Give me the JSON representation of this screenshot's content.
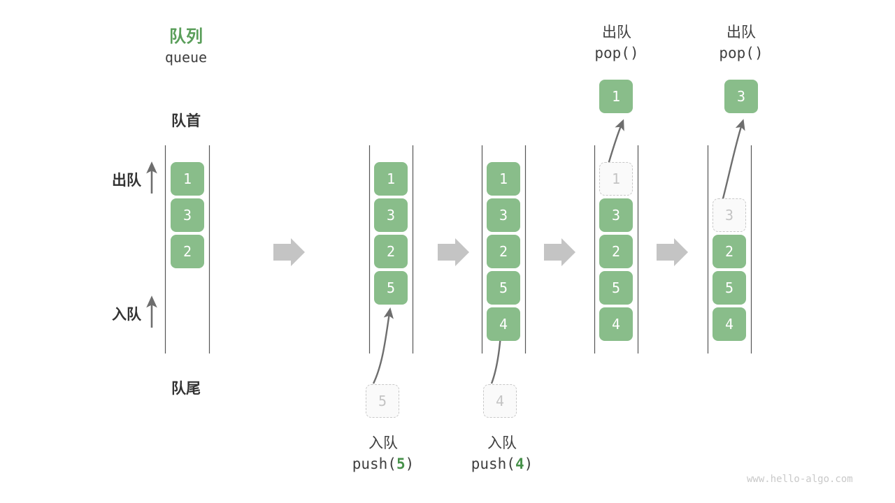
{
  "diagram": {
    "title_cn": "队列",
    "title_en": "queue",
    "front_label": "队首",
    "rear_label": "队尾",
    "dequeue_side_label": "出队",
    "enqueue_side_label": "入队",
    "watermark": "www.hello-algo.com",
    "colors": {
      "accent_green": "#89bd8a",
      "title_green": "#5a9e5a",
      "ghost_fill": "#fafafa",
      "ghost_border": "#c8c8c8",
      "ghost_text": "#c4c4c4",
      "rail": "#555555",
      "arrow_gray": "#6e6e6e",
      "flow_arrow": "#c4c4c4",
      "text": "#3f3f3f",
      "watermark": "#c9c9c9"
    },
    "steps": [
      {
        "name": "initial",
        "items": [
          "1",
          "3",
          "2"
        ],
        "ghost_slot": null,
        "op_cn": null,
        "op_code": null,
        "result_value": null
      },
      {
        "name": "push-5",
        "items": [
          "1",
          "3",
          "2",
          "5"
        ],
        "ghost_slot": null,
        "op_cn": "入队",
        "op_code_prefix": "push(",
        "op_code_arg": "5",
        "op_code_suffix": ")",
        "incoming_value": "5",
        "result_value": null
      },
      {
        "name": "push-4",
        "items": [
          "1",
          "3",
          "2",
          "5",
          "4"
        ],
        "ghost_slot": null,
        "op_cn": "入队",
        "op_code_prefix": "push(",
        "op_code_arg": "4",
        "op_code_suffix": ")",
        "incoming_value": "4",
        "result_value": null
      },
      {
        "name": "pop-1",
        "items": [
          "3",
          "2",
          "5",
          "4"
        ],
        "ghost_value": "1",
        "op_cn": "出队",
        "op_code_prefix": "pop(",
        "op_code_arg": "",
        "op_code_suffix": ")",
        "result_value": "1"
      },
      {
        "name": "pop-3",
        "items": [
          "2",
          "5",
          "4"
        ],
        "ghost_value": "3",
        "op_cn": "出队",
        "op_code_prefix": "pop(",
        "op_code_arg": "",
        "op_code_suffix": ")",
        "result_value": "3"
      }
    ]
  }
}
